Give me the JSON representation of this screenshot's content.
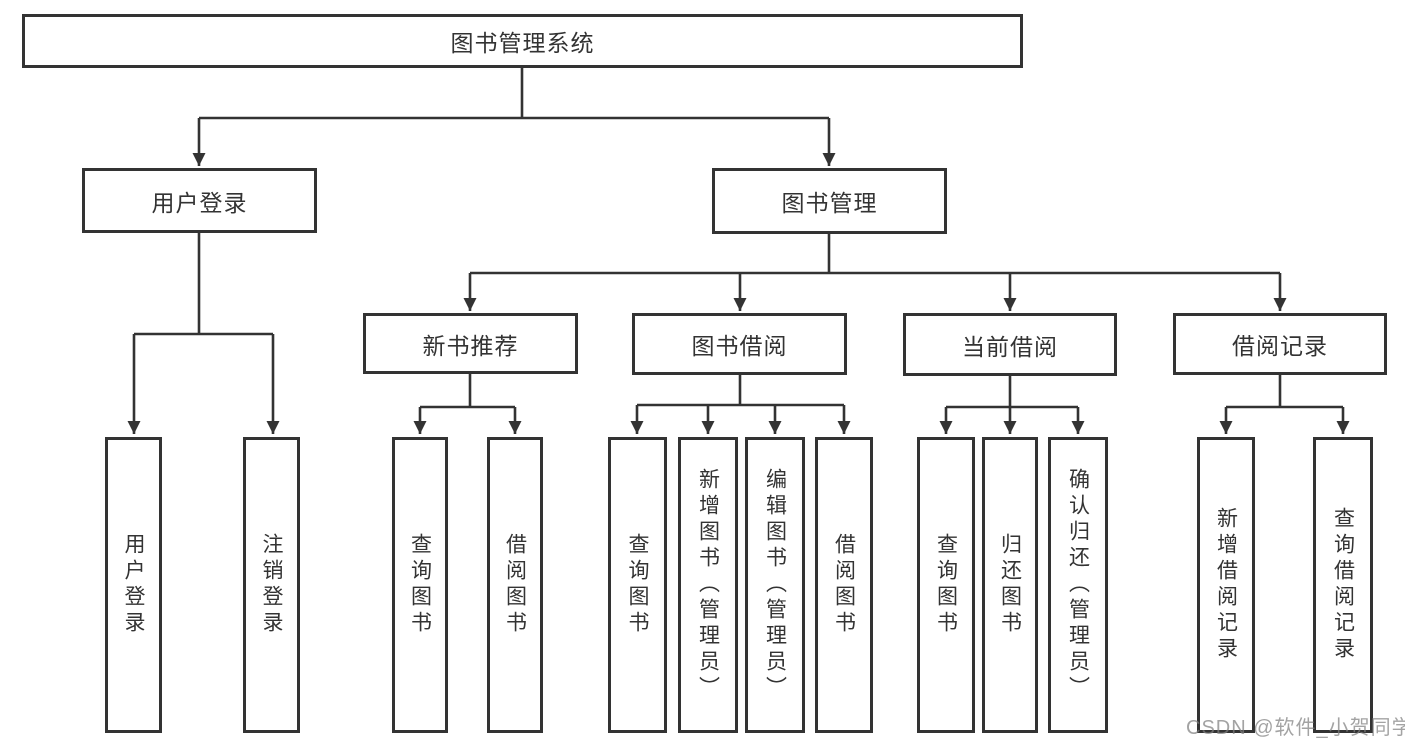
{
  "diagram": {
    "title": "图书管理系统",
    "tree": {
      "root": {
        "label": "图书管理系统",
        "children": [
          {
            "label": "用户登录",
            "children": [
              {
                "label": "用户登录"
              },
              {
                "label": "注销登录"
              }
            ]
          },
          {
            "label": "图书管理",
            "children": [
              {
                "label": "新书推荐",
                "children": [
                  {
                    "label": "查询图书"
                  },
                  {
                    "label": "借阅图书"
                  }
                ]
              },
              {
                "label": "图书借阅",
                "children": [
                  {
                    "label": "查询图书"
                  },
                  {
                    "label": "新增图书（管理员）"
                  },
                  {
                    "label": "编辑图书（管理员）"
                  },
                  {
                    "label": "借阅图书"
                  }
                ]
              },
              {
                "label": "当前借阅",
                "children": [
                  {
                    "label": "查询图书"
                  },
                  {
                    "label": "归还图书"
                  },
                  {
                    "label": "确认归还（管理员）"
                  }
                ]
              },
              {
                "label": "借阅记录",
                "children": [
                  {
                    "label": "新增借阅记录"
                  },
                  {
                    "label": "查询借阅记录"
                  }
                ]
              }
            ]
          }
        ]
      }
    },
    "colors": {
      "line": "#333333",
      "text": "#333333",
      "background": "#ffffff",
      "watermark_gray": "#808080"
    }
  },
  "watermark": "CSDN @软件_小贺同学"
}
